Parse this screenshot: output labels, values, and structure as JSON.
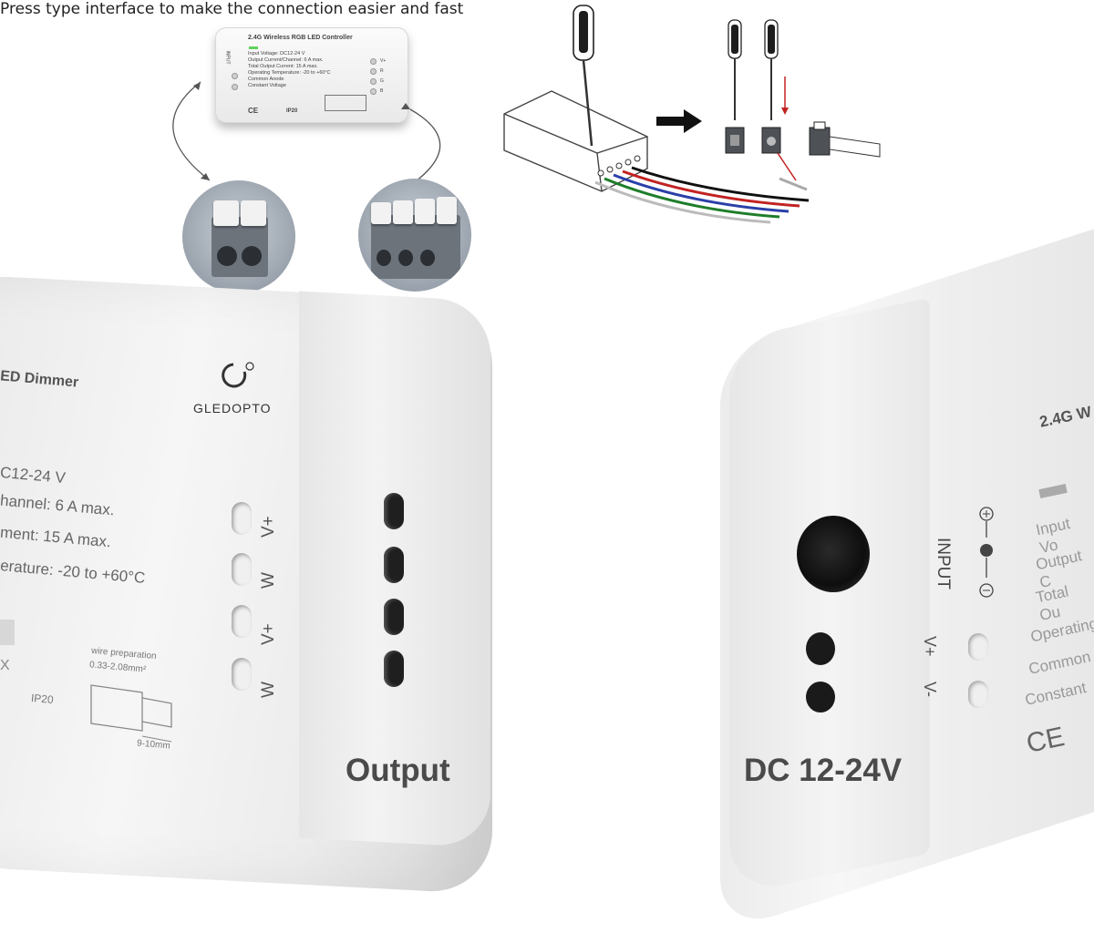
{
  "mini_controller": {
    "title": "2.4G Wireless RGB LED Controller",
    "lines": [
      "Input Voltage: DC12-24 V",
      "Output Current/Channel: 6 A max.",
      "Total Output Current: 15 A max.",
      "Operating Temperature: -20 to +60°C",
      "Common Anode",
      "Constant Voltage"
    ],
    "ip": "IP20",
    "ce": "CE",
    "input_label": "INPUT",
    "pins": [
      "V+",
      "R",
      "G",
      "B"
    ]
  },
  "install": {
    "caption": "Press type interface to make the connection easier and fast"
  },
  "output_module": {
    "brand": "GLEDOPTO",
    "title_fragment": "ED Dimmer",
    "print_lines": [
      "C12-24 V",
      "hannel: 6 A max.",
      "ment:  15 A max.",
      "erature: -20 to +60°C"
    ],
    "pin_labels": [
      "V+",
      "W",
      "V+",
      "W"
    ],
    "wire_prep": "wire preparation",
    "wire_gauge": "0.33-2.08mm²",
    "strip_len": "9-10mm",
    "ip": "IP20",
    "caption": "Output"
  },
  "dc_module": {
    "title_fragment": "2.4G W",
    "input_label": "INPUT",
    "pin_labels": [
      "V+",
      "V-"
    ],
    "print_lines": [
      "Input Vo",
      "Output C",
      "Total Ou",
      "Operating",
      "Common",
      "Constant"
    ],
    "ce": "CE",
    "caption": "DC 12-24V"
  }
}
